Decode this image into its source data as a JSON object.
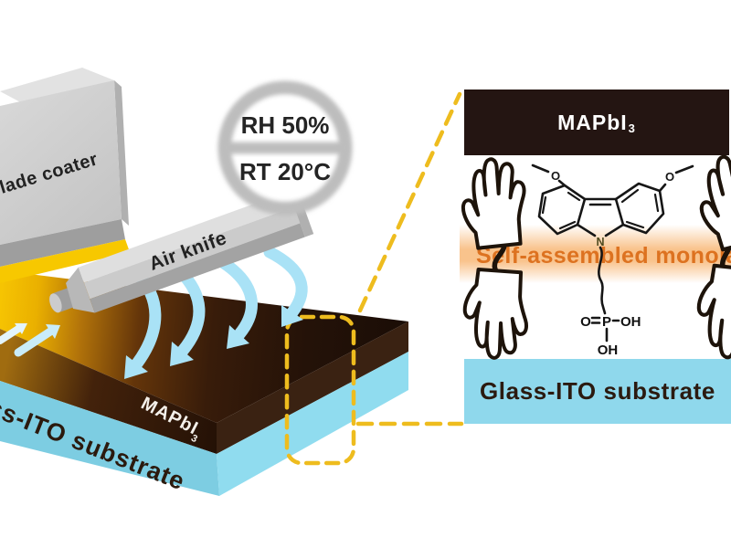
{
  "colors": {
    "wet_film_yellow": "#f6c402",
    "perovskite_dark": "#241512",
    "ito_blue": "#8fd8ec",
    "arrow_blue": "#a9e2f6",
    "callout_yellow": "#eebc1e",
    "sam_orange": "#dd7220",
    "hand_outline": "#1d130a",
    "machine_gray": "#c9c9c9"
  },
  "scene": {
    "blade_coater_label": "Blade coater",
    "air_knife_label": "Air knife",
    "film_label": "MAPbI",
    "film_label_sub": "3",
    "substrate_label": "Glass-ITO substrate"
  },
  "condition_badge": {
    "humidity": "RH 50%",
    "temperature": "RT 20°C"
  },
  "panel": {
    "perovskite_label": "MAPbI",
    "perovskite_label_sub": "3",
    "sam_label": "Self-assembled monolayer",
    "substrate_label": "Glass-ITO substrate",
    "molecule": {
      "methoxy_left": "O",
      "methoxy_right": "O",
      "nitrogen": "N",
      "phosphonic_oxygen": "O",
      "phosphorus": "P",
      "hydroxyl_right": "OH",
      "hydroxyl_bottom": "OH"
    }
  }
}
